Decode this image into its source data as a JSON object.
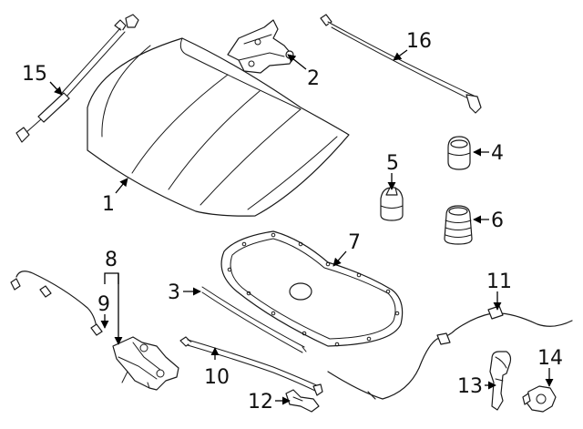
{
  "diagram": {
    "callouts": [
      {
        "id": "1",
        "text": "1"
      },
      {
        "id": "2",
        "text": "2"
      },
      {
        "id": "3",
        "text": "3"
      },
      {
        "id": "4",
        "text": "4"
      },
      {
        "id": "5",
        "text": "5"
      },
      {
        "id": "6",
        "text": "6"
      },
      {
        "id": "7",
        "text": "7"
      },
      {
        "id": "8",
        "text": "8"
      },
      {
        "id": "9",
        "text": "9"
      },
      {
        "id": "10",
        "text": "10"
      },
      {
        "id": "11",
        "text": "11"
      },
      {
        "id": "12",
        "text": "12"
      },
      {
        "id": "13",
        "text": "13"
      },
      {
        "id": "14",
        "text": "14"
      },
      {
        "id": "15",
        "text": "15"
      },
      {
        "id": "16",
        "text": "16"
      }
    ],
    "colors": {
      "line": "#1a1a1a",
      "background": "#ffffff"
    }
  }
}
